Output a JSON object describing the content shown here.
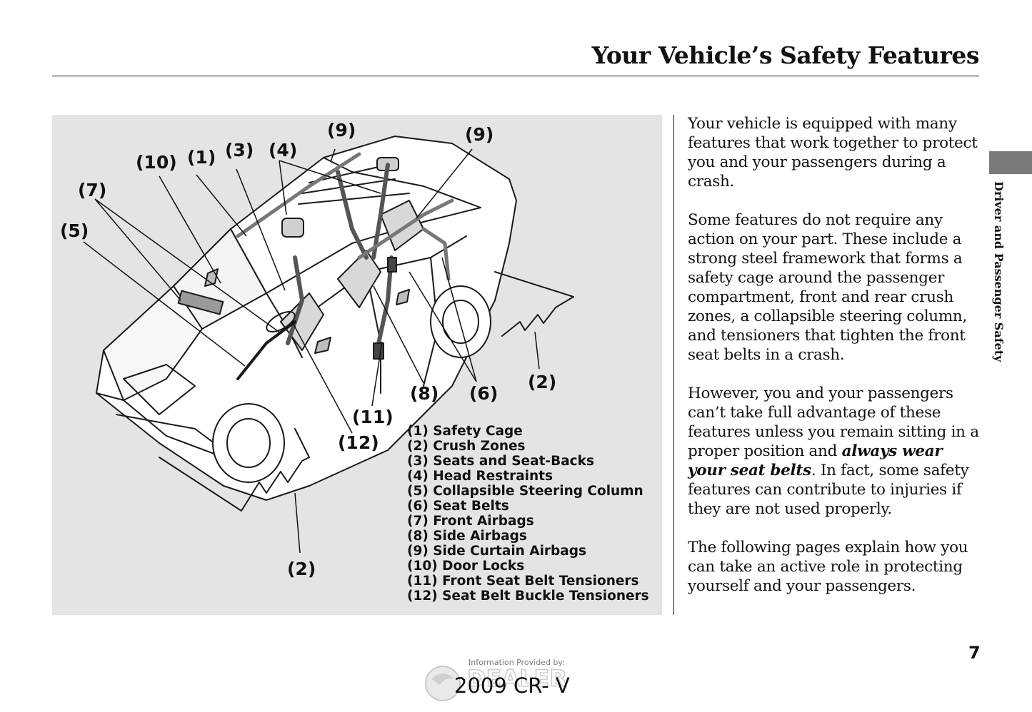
{
  "header": {
    "title": "Your Vehicle’s Safety Features"
  },
  "figure": {
    "callouts": [
      "(9)",
      "(9)",
      "(10)",
      "(1)",
      "(3)",
      "(4)",
      "(7)",
      "(5)",
      "(8)",
      "(6)",
      "(2)",
      "(11)",
      "(12)",
      "(2)"
    ],
    "legend": [
      "(1) Safety Cage",
      "(2) Crush Zones",
      "(3) Seats and Seat-Backs",
      "(4) Head Restraints",
      "(5) Collapsible Steering Column",
      "(6) Seat Belts",
      "(7) Front Airbags",
      "(8) Side Airbags",
      "(9) Side Curtain Airbags",
      "(10) Door Locks",
      "(11) Front Seat Belt Tensioners",
      "(12) Seat Belt Buckle Tensioners"
    ]
  },
  "body": {
    "p1": "Your vehicle is equipped with many features that work together to protect you and your passengers during a crash.",
    "p2": "Some features do not require any action on your part. These include a strong steel framework that forms a safety cage around the passenger compartment, front and rear crush zones, a collapsible steering column, and tensioners that tighten the front seat belts in a crash.",
    "p3_start": "However, you and your passengers can’t take full advantage of these features unless you remain sitting in a proper position and ",
    "p3_emph": "always wear your seat belts",
    "p3_end": ". In fact, some safety features can contribute to injuries if they are not used properly.",
    "p4": "The following pages explain how you can take an active role in protecting yourself and your passengers."
  },
  "sidebar": {
    "section_label": "Driver and Passenger Safety"
  },
  "footer": {
    "page_number": "7",
    "watermark_caption": "Information Provided by:",
    "watermark_logo_text": "DEALER",
    "model": "2009  CR- V"
  },
  "colors": {
    "panel": "#e4e4e4",
    "tab": "#7a7a7a",
    "ink": "#111111"
  }
}
